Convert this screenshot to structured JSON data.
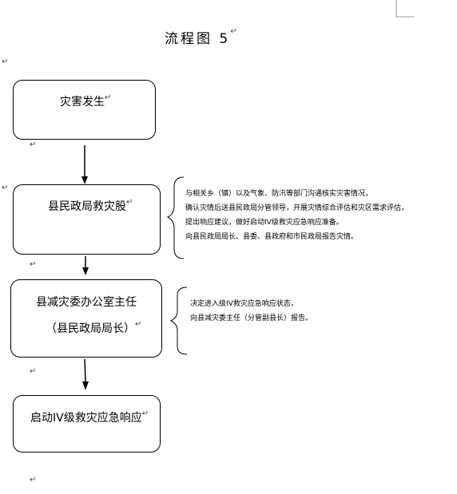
{
  "title": "流程图 5",
  "mark": "↵",
  "boxes": [
    {
      "text": "灾害发生"
    },
    {
      "text": "县民政局救灾股"
    },
    {
      "line1": "县减灾委办公室主任",
      "line2": "（县民政局局长）"
    },
    {
      "text": "启动IV级救灾应急响应"
    }
  ],
  "notes1": [
    "与相关乡（镇）以及气象、防汛等部门沟通核实灾害情况，",
    "确认灾情后送县民政局分管领导，开展灾情综合评估和灾区需求评估，",
    "提出响应建议，做好启动IV级救灾应急响应准备。",
    "向县民政局局长、县委、县政府和市民政局报告灾情。"
  ],
  "notes2": [
    "决定进入级IV救灾应急响应状态，",
    "向县减灾委主任（分管副县长）报告。"
  ]
}
